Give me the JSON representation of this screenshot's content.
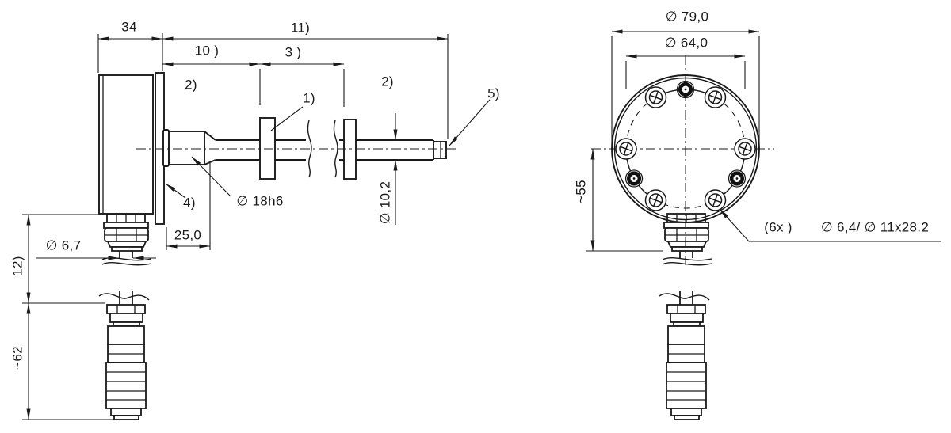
{
  "side_view": {
    "dim_head_width": "34",
    "dim_insertion_total": "11)",
    "dim_section_a": "10 )",
    "dim_section_b": "3 )",
    "callout_tube_a": "2)",
    "callout_clamp_ring": "1)",
    "callout_tube_b": "2)",
    "callout_tip": "5)",
    "callout_neck": "4)",
    "dim_collar_dia": "∅ 18h6",
    "dim_collar_len": "25,0",
    "dim_tube_dia": "∅ 10,2",
    "dim_cable_dia": "∅ 6,7",
    "dim_cable_ref": "12)",
    "dim_connector_len": "~62"
  },
  "front_view": {
    "dim_housing_dia": "∅ 79,0",
    "dim_bolt_circle_dia": "∅ 64,0",
    "dim_center_height": "~55",
    "holes_count": "(6x )",
    "holes_spec": "∅ 6,4/ ∅ 11x28.2"
  },
  "colors": {
    "line": "#1a1a1a",
    "background": "#ffffff"
  }
}
